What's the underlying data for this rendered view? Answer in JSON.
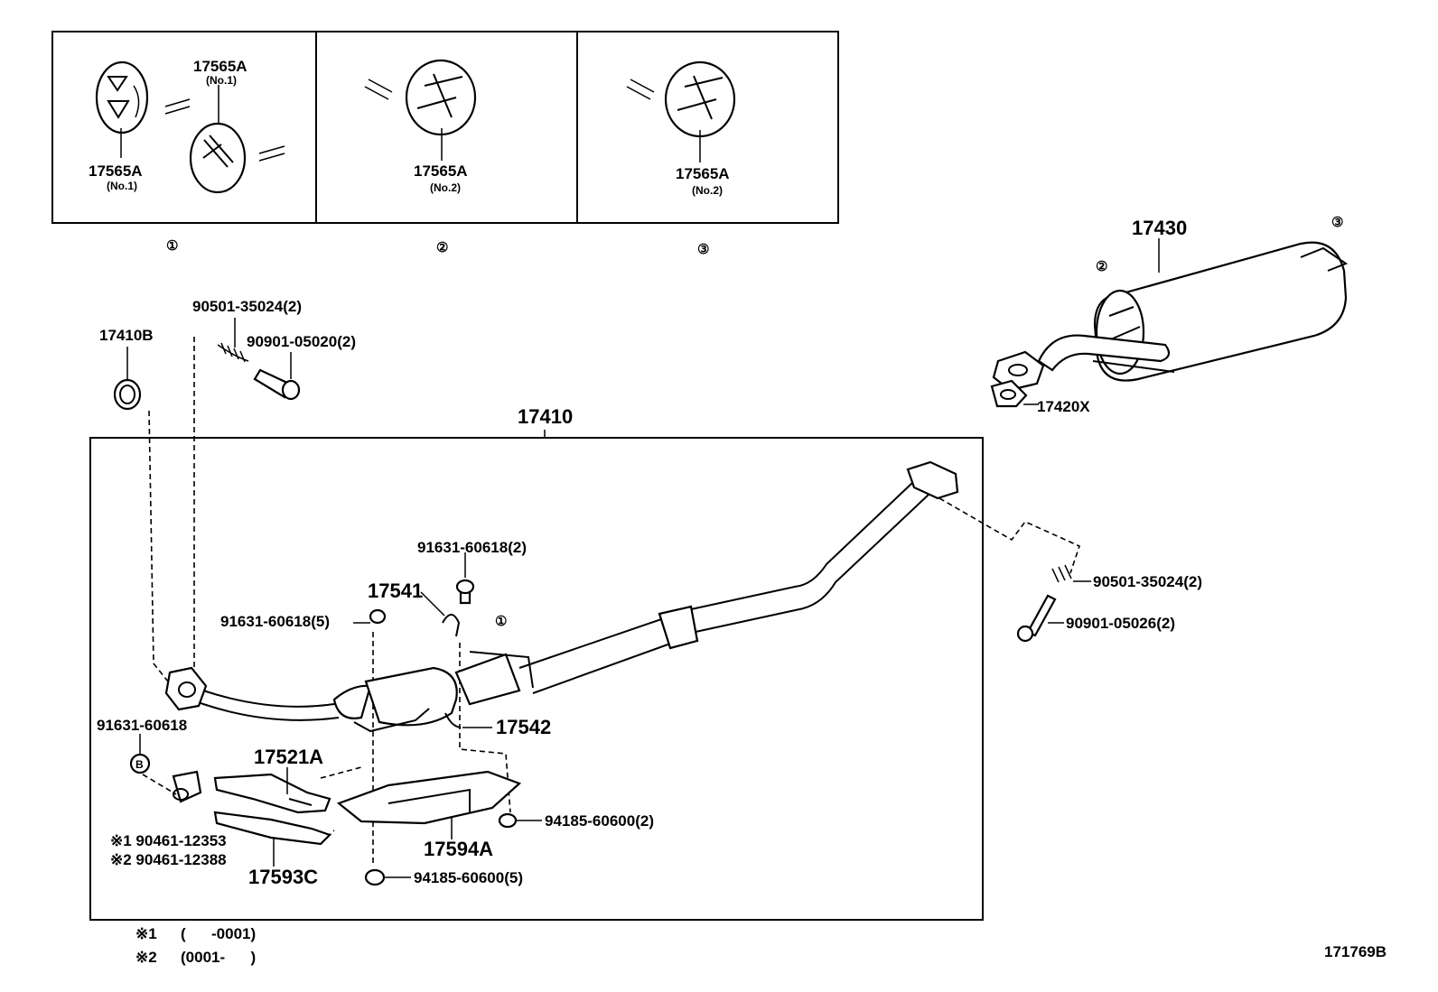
{
  "inset_panels": [
    {
      "callout": "①",
      "labels": [
        {
          "part": "17565A",
          "note": "(No.1)"
        },
        {
          "part": "17565A",
          "note": "(No.1)"
        }
      ]
    },
    {
      "callout": "②",
      "labels": [
        {
          "part": "17565A",
          "note": "(No.2)"
        }
      ]
    },
    {
      "callout": "③",
      "labels": [
        {
          "part": "17565A",
          "note": "(No.2)"
        }
      ]
    }
  ],
  "parts": {
    "gasket_front": "17410B",
    "spring_front": "90501-35024(2)",
    "bolt_front": "90901-05020(2)",
    "pipe_assembly": "17410",
    "muffler": "17430",
    "gasket_rear": "17420X",
    "spring_rear": "90501-35024(2)",
    "bolt_rear": "90901-05026(2)",
    "screw_top": "91631-60618(2)",
    "bracket_upper": "17541",
    "screw_left": "91631-60618(5)",
    "clamp_lower": "17542",
    "screw_b": "91631-60618",
    "heat_insulator_a": "17521A",
    "heat_insulator_b": "17594A",
    "heat_insulator_c": "17593C",
    "clamp_1": "※1 90461-12353",
    "clamp_2": "※2 90461-12388",
    "nut_right": "94185-60600(2)",
    "nut_bottom": "94185-60600(5)"
  },
  "callouts": {
    "c1": "①",
    "c2": "②",
    "c3": "③",
    "b": "B"
  },
  "footnotes": [
    {
      "mark": "※1",
      "range": "(      -0001)"
    },
    {
      "mark": "※2",
      "range": "(0001-      )"
    }
  ],
  "figure_id": "171769B"
}
